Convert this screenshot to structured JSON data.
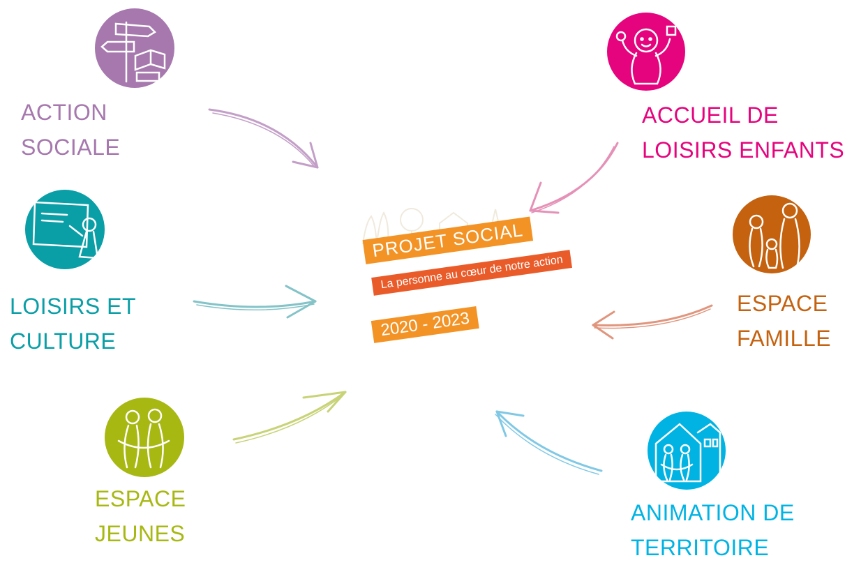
{
  "center": {
    "title": "PROJET SOCIAL",
    "subtitle": "La personne au cœur de notre action",
    "years": "2020 - 2023"
  },
  "nodes": {
    "action_sociale": {
      "line1": "ACTION",
      "line2": "SOCIALE",
      "icon": "signpost-icon",
      "color": "#a678ae"
    },
    "loisirs_culture": {
      "line1": "LOISIRS ET",
      "line2": "CULTURE",
      "icon": "teacher-board-icon",
      "color": "#0a9ea6"
    },
    "espace_jeunes": {
      "line1": "ESPACE",
      "line2": "JEUNES",
      "icon": "youth-people-icon",
      "color": "#a7b813"
    },
    "accueil_loisirs": {
      "line1": "ACCUEIL DE",
      "line2": "LOISIRS ENFANTS",
      "icon": "child-play-icon",
      "color": "#e5047d"
    },
    "espace_famille": {
      "line1": "ESPACE",
      "line2": "FAMILLE",
      "icon": "family-icon",
      "color": "#c4620f"
    },
    "animation_territoire": {
      "line1": "ANIMATION DE",
      "line2": "TERRITOIRE",
      "icon": "house-people-icon",
      "color": "#00b3e3"
    }
  },
  "colors": {
    "banner_orange": "#f39325",
    "banner_red": "#ea5b2a"
  }
}
